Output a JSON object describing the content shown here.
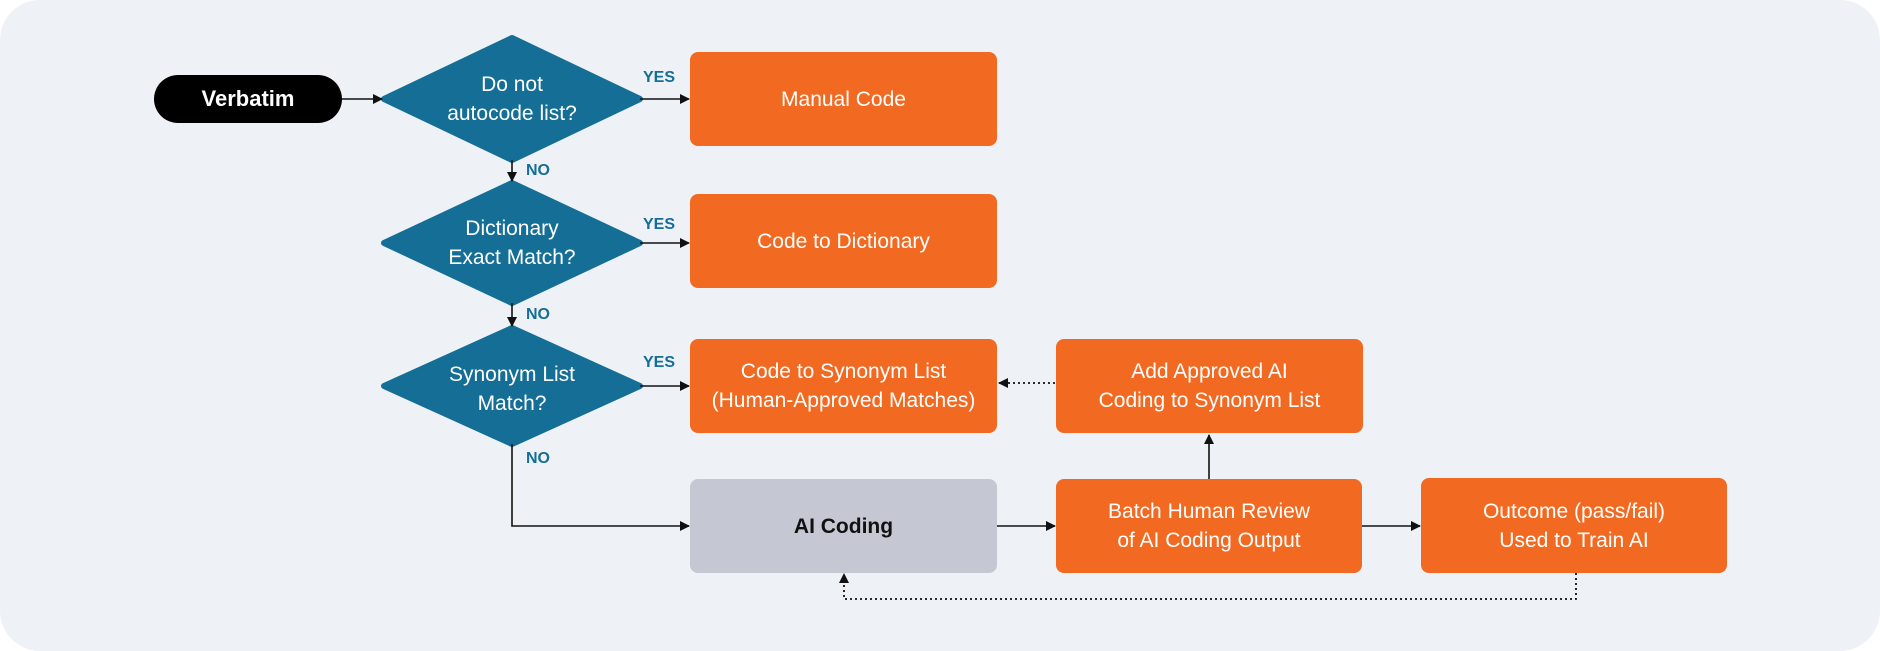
{
  "colors": {
    "background": "#eef2f6",
    "decision": "#146e96",
    "action": "#f26a22",
    "ai": "#c5c8d3",
    "start": "#000000",
    "branch_label": "#146e96"
  },
  "start": {
    "label": "Verbatim"
  },
  "decisions": [
    {
      "label": "Do not\nautocode list?"
    },
    {
      "label": "Dictionary\nExact Match?"
    },
    {
      "label": "Synonym List\nMatch?"
    }
  ],
  "actions": {
    "manual_code": "Manual Code",
    "code_dictionary": "Code to Dictionary",
    "code_synonym": "Code to Synonym List\n(Human-Approved Matches)",
    "add_approved": "Add Approved AI\nCoding to Synonym List",
    "ai_coding": "AI Coding",
    "batch_review": "Batch Human Review\nof AI Coding Output",
    "outcome": "Outcome (pass/fail)\nUsed to Train AI"
  },
  "branch_labels": {
    "yes_1": "YES",
    "yes_2": "YES",
    "yes_3": "YES",
    "no_1": "NO",
    "no_2": "NO",
    "no_3": "NO"
  }
}
